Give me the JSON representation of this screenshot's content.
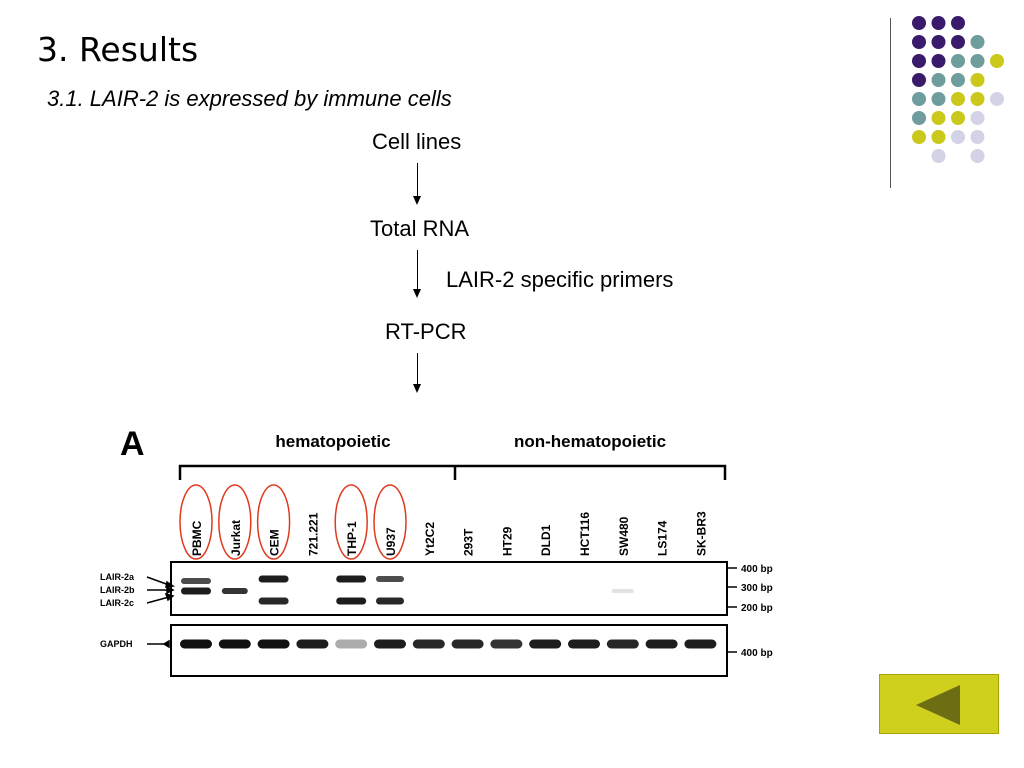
{
  "slide": {
    "title": "3. Results",
    "subtitle": "3.1. LAIR-2 is expressed by immune cells"
  },
  "flow": {
    "step1": "Cell lines",
    "step2": "Total RNA",
    "primers_note": "LAIR-2 specific primers",
    "step3": "RT-PCR"
  },
  "gel": {
    "panel_label": "A",
    "group_hematopoietic": "hematopoietic",
    "group_non_hematopoietic": "non-hematopoietic",
    "lanes": [
      "PBMC",
      "Jurkat",
      "CEM",
      "721.221",
      "THP-1",
      "U937",
      "Yt2C2",
      "293T",
      "HT29",
      "DLD1",
      "HCT116",
      "SW480",
      "LS174",
      "SK-BR3"
    ],
    "circled_lanes": [
      "PBMC",
      "Jurkat",
      "CEM",
      "THP-1",
      "U937"
    ],
    "band_labels": [
      "LAIR-2a",
      "LAIR-2b",
      "LAIR-2c"
    ],
    "control_label": "GAPDH",
    "size_markers": [
      "400 bp",
      "300 bp",
      "200 bp"
    ],
    "control_marker": "400 bp"
  },
  "colors": {
    "dot_purple": "#3a1a6b",
    "dot_teal": "#6f9c9c",
    "dot_yellow": "#c9c81b",
    "dot_lavender": "#d4d2e6",
    "button": "#cfcf1e",
    "circle": "#e03a1e"
  },
  "icons": {
    "back": "back-triangle-icon"
  }
}
